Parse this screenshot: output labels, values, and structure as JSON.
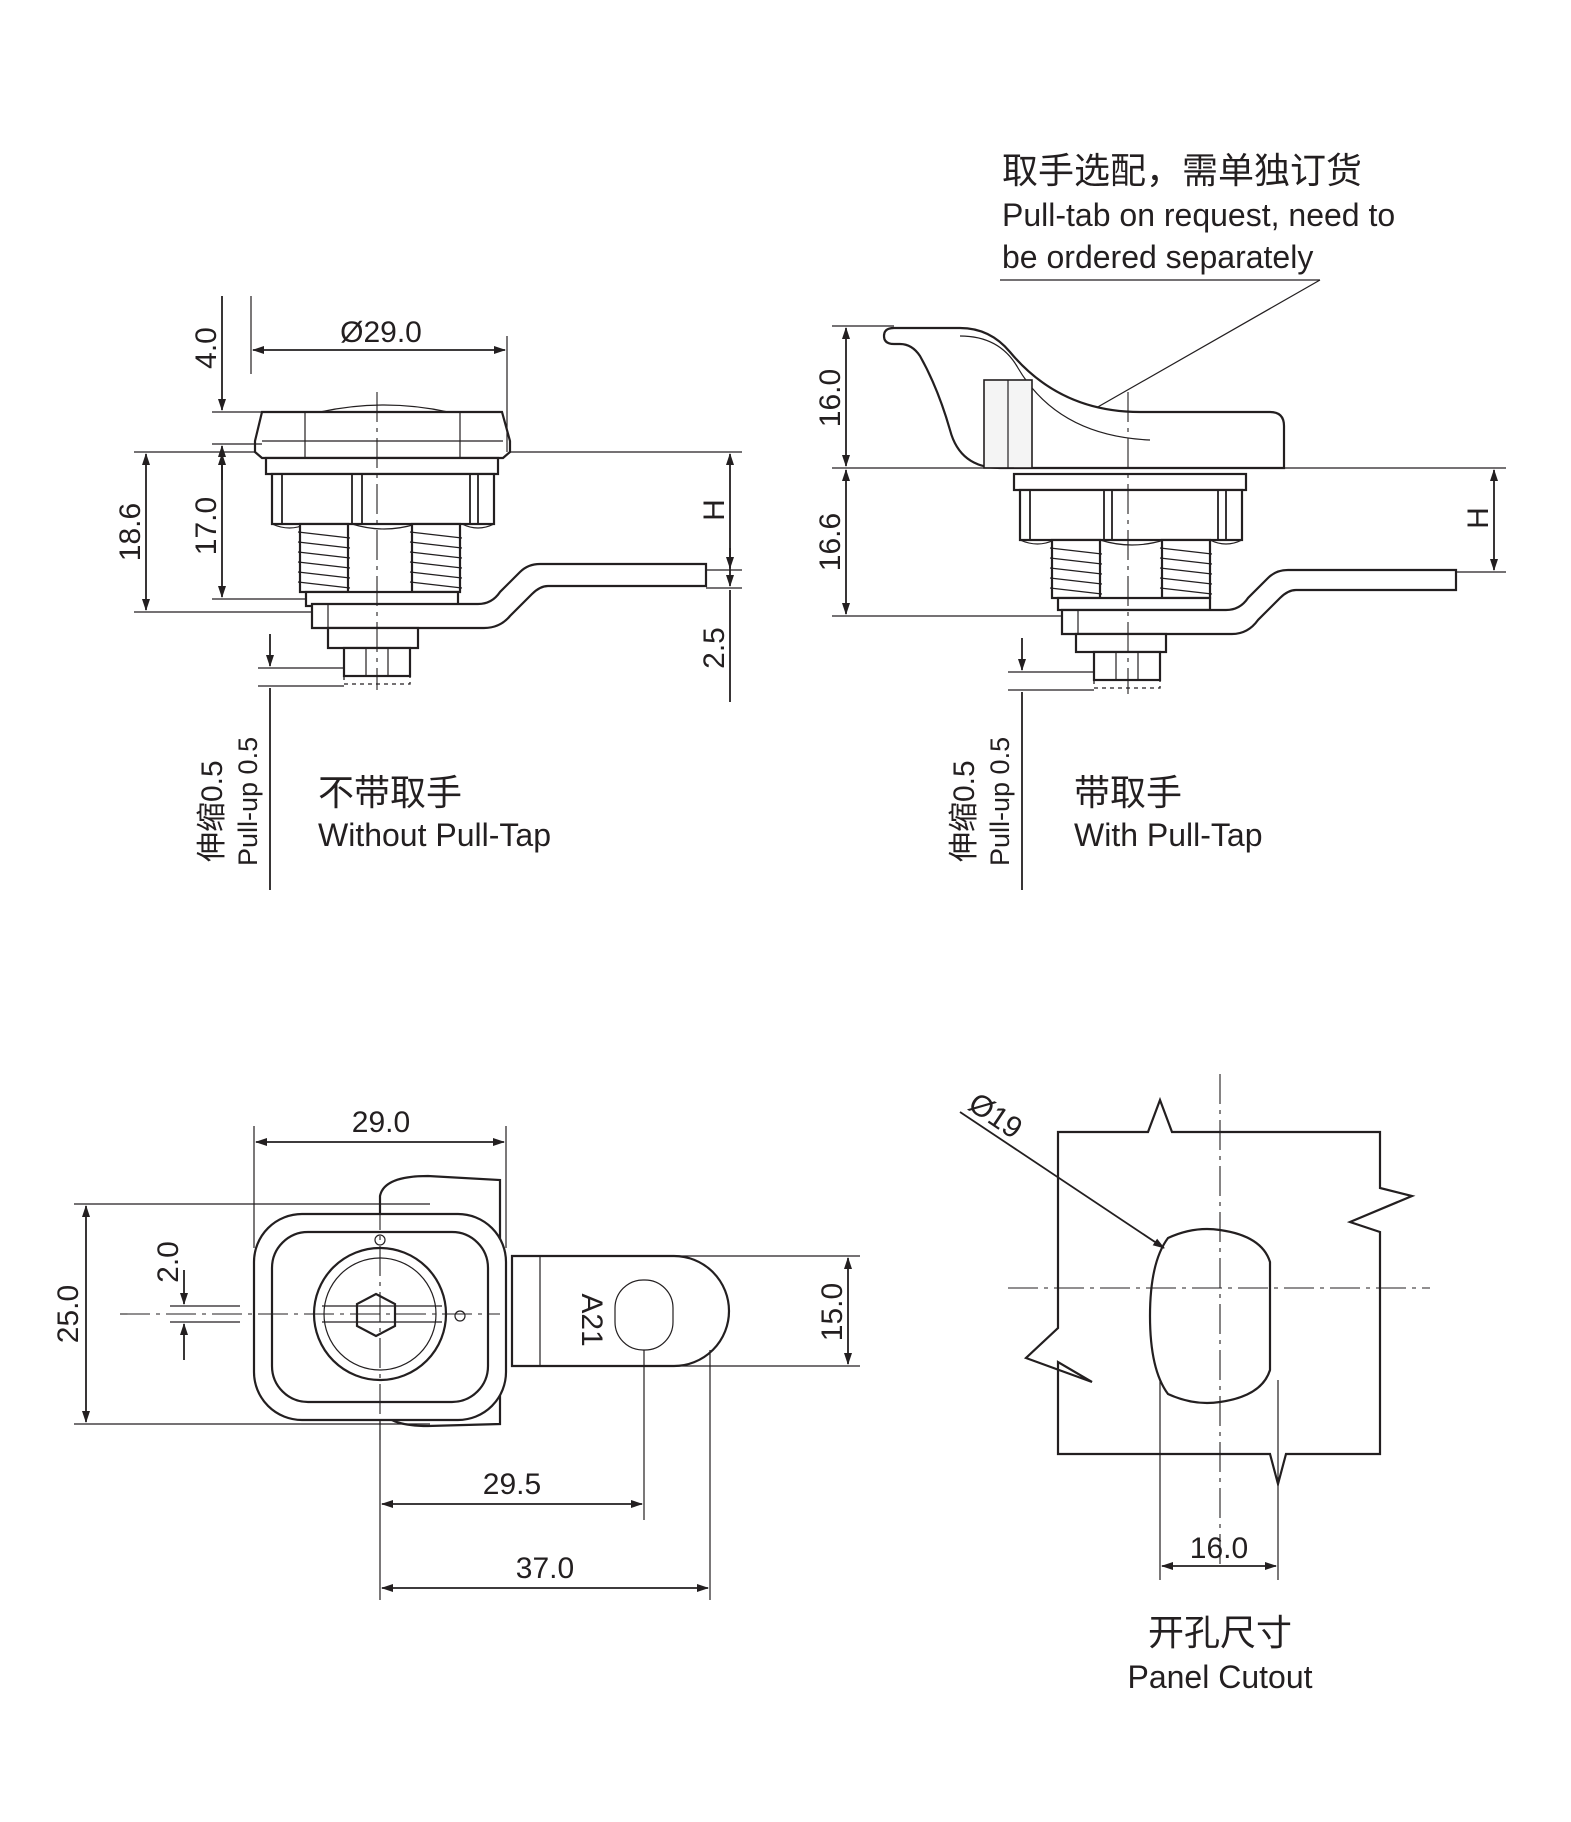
{
  "views": {
    "without_pull_tab": {
      "caption_zh": "不带取手",
      "caption_en": "Without Pull-Tap",
      "pull_zh": "伸缩0.5",
      "pull_en": "Pull-up 0.5",
      "dims": {
        "head_thickness": "4.0",
        "diameter": "Ø29.0",
        "overall_height": "18.6",
        "body_height": "17.0",
        "h_label": "H",
        "cam_offset": "2.5"
      }
    },
    "with_pull_tab": {
      "caption_zh": "带取手",
      "caption_en": "With Pull-Tap",
      "pull_zh": "伸缩0.5",
      "pull_en": "Pull-up 0.5",
      "note_zh": "取手选配，需单独订货",
      "note_en_line1": "Pull-tab on request, need to",
      "note_en_line2": "be ordered separately",
      "dims": {
        "tab_height": "16.0",
        "body_height": "16.6",
        "h_label": "H"
      }
    },
    "bottom_view": {
      "cam_marking": "A21",
      "dims": {
        "width": "29.0",
        "height": "25.0",
        "offset": "2.0",
        "cam_width": "15.0",
        "hole_distance": "29.5",
        "cam_length": "37.0"
      }
    },
    "panel_cutout": {
      "caption_zh": "开孔尺寸",
      "caption_en": "Panel Cutout",
      "dims": {
        "diameter": "Ø19",
        "flat_width": "16.0"
      }
    }
  }
}
